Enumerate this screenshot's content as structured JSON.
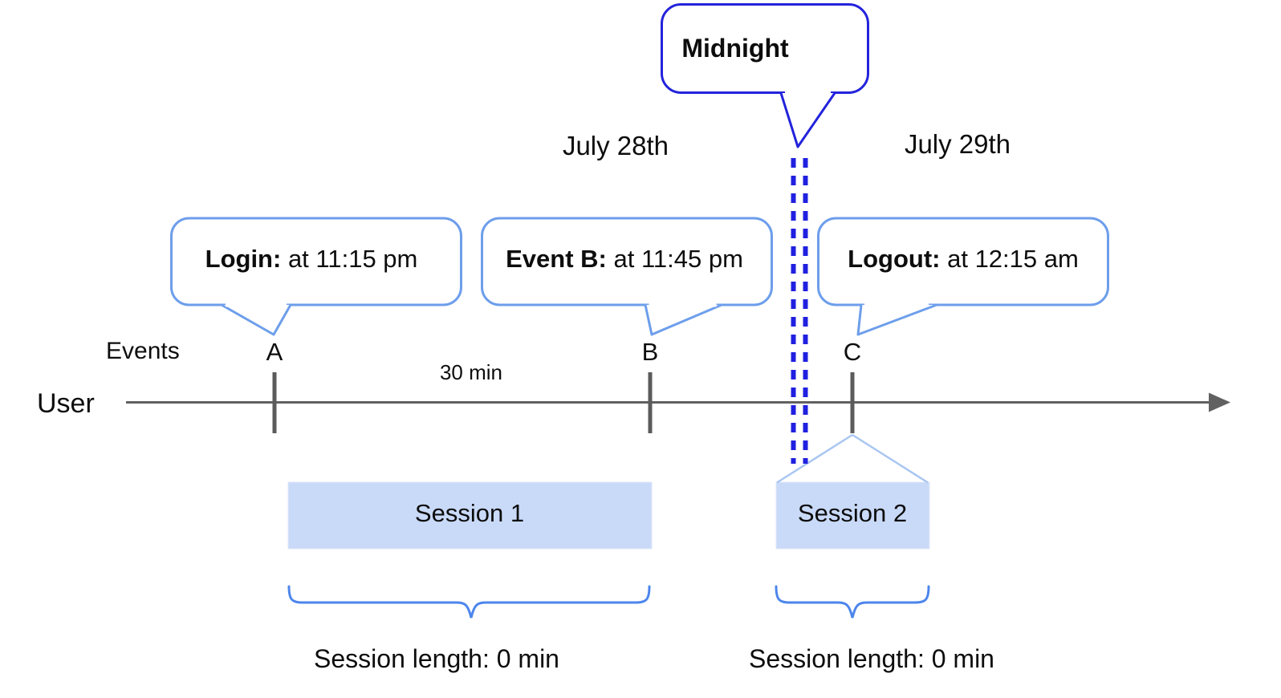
{
  "diagram": {
    "dates": {
      "left": "July 28th",
      "right": "July 29th"
    },
    "midnight": {
      "label": "Midnight"
    },
    "timeline": {
      "row_label": "User",
      "events_label": "Events",
      "interval_label": "30 min"
    },
    "events": [
      {
        "id": "A",
        "callout_label": "Login:",
        "callout_text": " at 11:15 pm"
      },
      {
        "id": "B",
        "callout_label": "Event B:",
        "callout_text": " at 11:45 pm"
      },
      {
        "id": "C",
        "callout_label": "Logout:",
        "callout_text": " at 12:15 am"
      }
    ],
    "sessions": [
      {
        "name": "Session 1",
        "length_label": "Session length: 0 min"
      },
      {
        "name": "Session 2",
        "length_label": "Session length: 0 min"
      }
    ],
    "colors": {
      "axis_gray": "#616161",
      "callout_border_blue": "#6d9eeb",
      "midnight_border_blue": "#2323dc",
      "midnight_dash_blue": "#2020e0",
      "session_fill_blue": "#c9daf8",
      "brace_blue": "#4d86ec",
      "flare_light_blue": "#a9c6f2"
    }
  }
}
